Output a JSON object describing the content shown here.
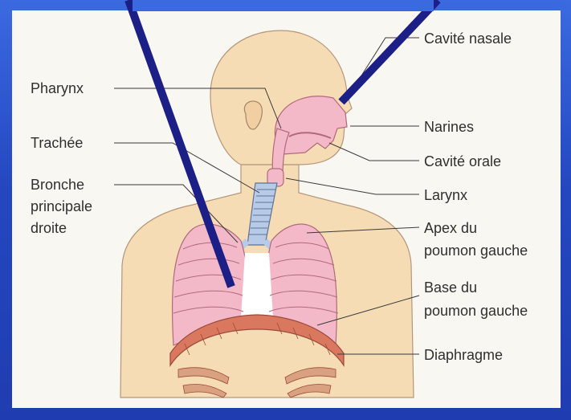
{
  "diagram": {
    "labels_left": {
      "pharynx": "Pharynx",
      "trachee": "Trachée",
      "bronche_line1": "Bronche",
      "bronche_line2": "principale",
      "bronche_line3": "droite"
    },
    "labels_right": {
      "cavite_nasale": "Cavité nasale",
      "narines": "Narines",
      "cavite_orale": "Cavité orale",
      "larynx": "Larynx",
      "apex_line1": "Apex du",
      "apex_line2": "poumon gauche",
      "base_line1": "Base du",
      "base_line2": "poumon gauche",
      "diaphragme": "Diaphragme"
    }
  },
  "colors": {
    "background": "#2447c0",
    "panel": "#f8f7f2",
    "skin": "#f6dcb4",
    "lung": "#f4b9c8",
    "airway": "#b7cbe8",
    "diaphragm": "#d9785f",
    "pointer": "#1b1f86"
  }
}
